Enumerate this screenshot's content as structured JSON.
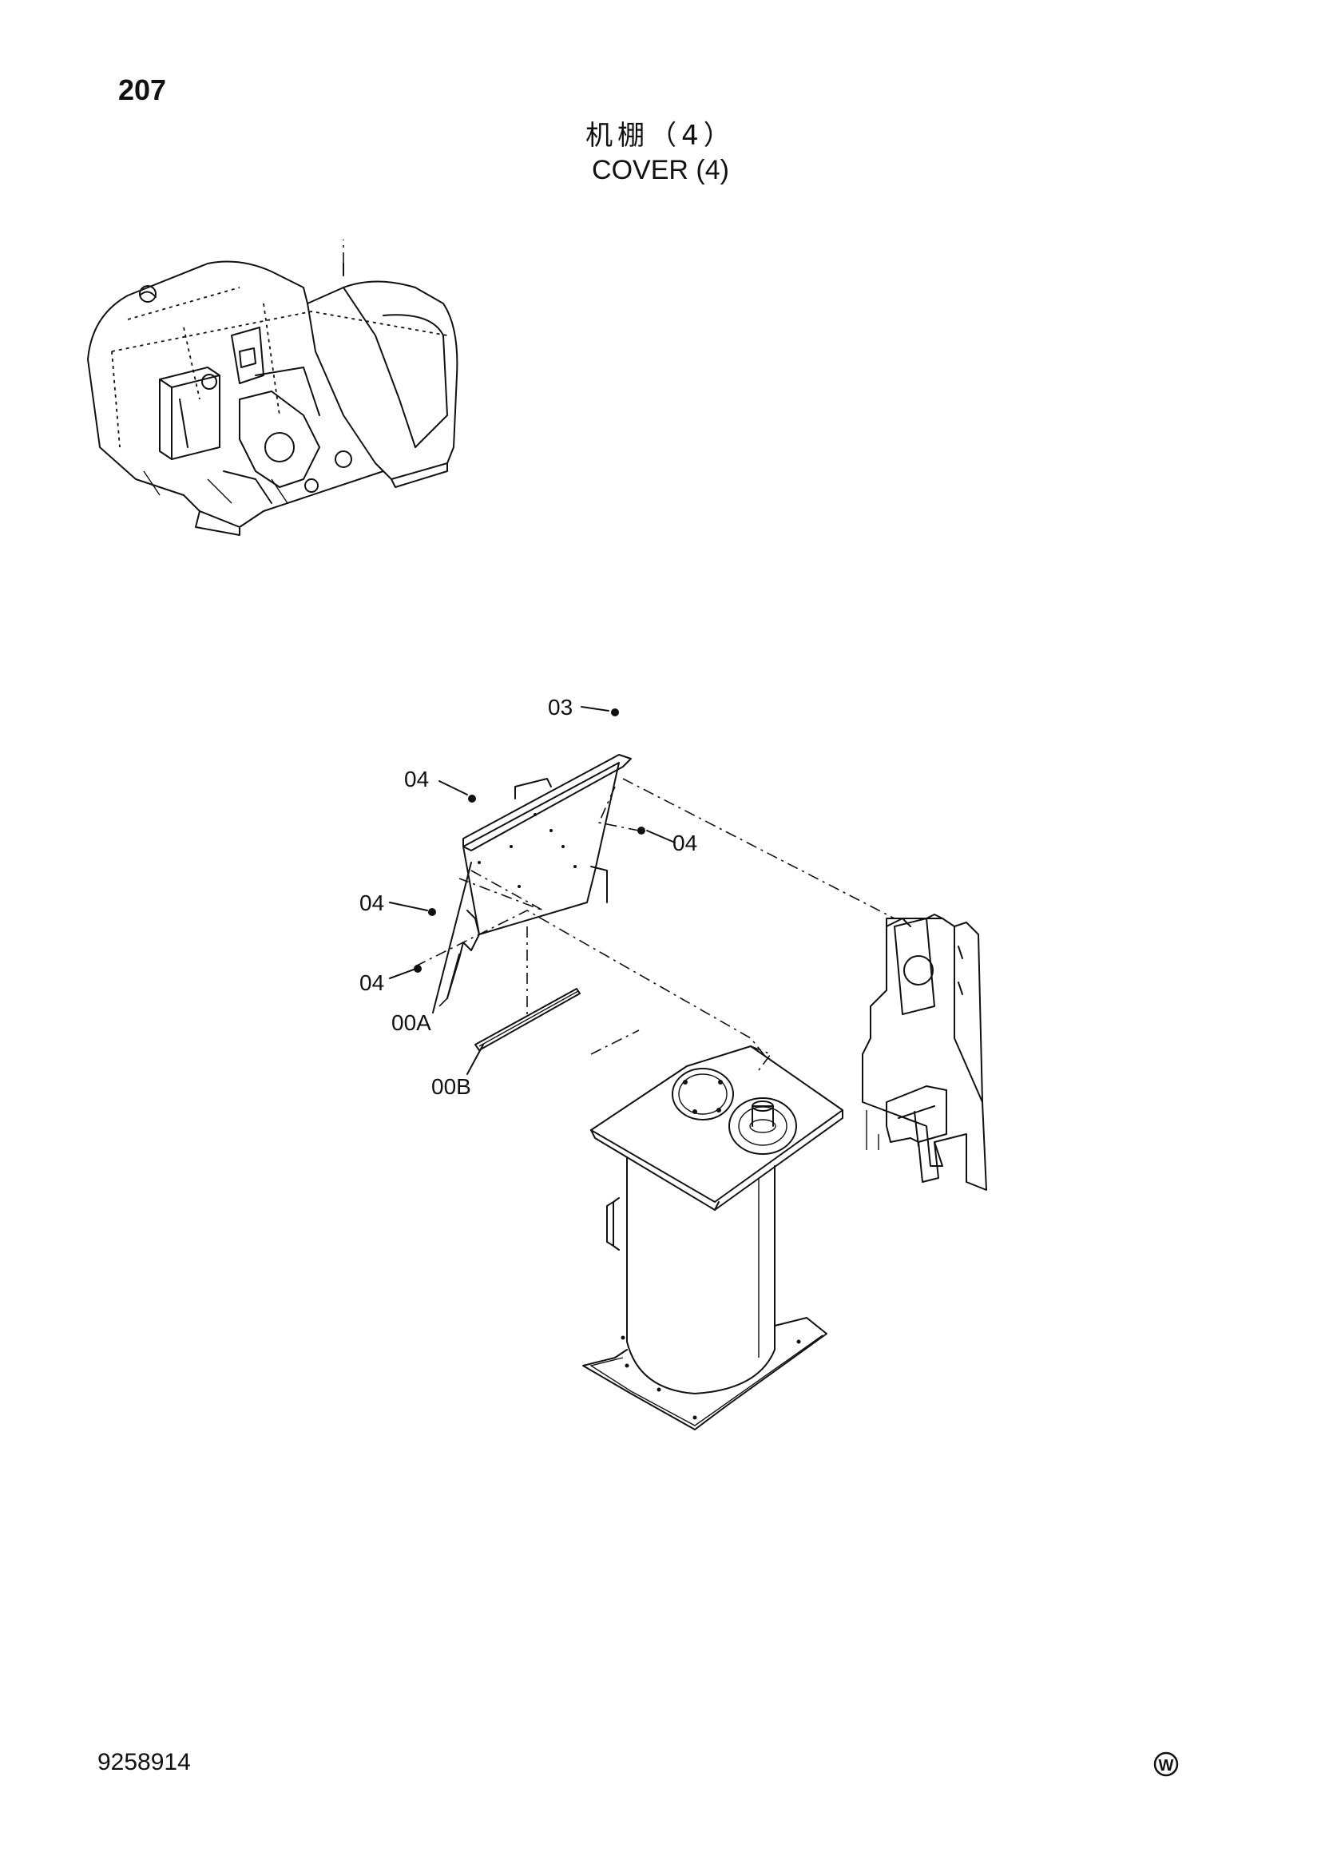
{
  "page_number": "207",
  "title_cn": "机棚（4）",
  "title_en": "COVER (4)",
  "document_number": "9258914",
  "footer_mark": "W",
  "callouts": {
    "c03": "03",
    "c04_top": "04",
    "c04_right": "04",
    "c04_mid": "04",
    "c04_low": "04",
    "c00a": "00A",
    "c00b": "00B"
  },
  "icons": {
    "overview": "machine-overview-illustration",
    "footer": "circled-w-icon"
  }
}
